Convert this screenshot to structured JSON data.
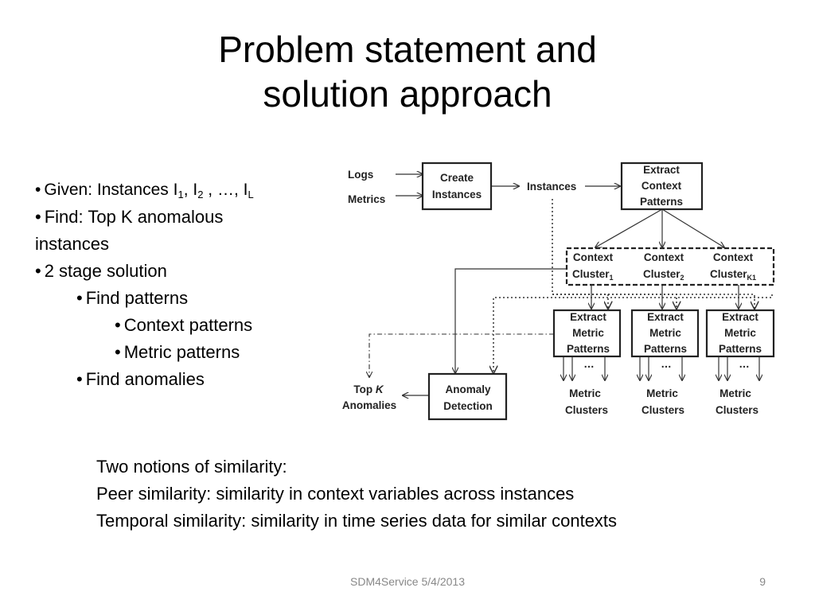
{
  "slide": {
    "title_line1": "Problem statement and",
    "title_line2": "solution approach",
    "bullets": {
      "given_prefix": "Given: Instances I",
      "given_sub1": "1",
      "given_mid1": ", I",
      "given_sub2": "2",
      "given_mid2": " , …, I",
      "given_sub3": "L",
      "find_line1": "Find: Top K anomalous",
      "find_line2": "instances",
      "two_stage": "2 stage solution",
      "find_patterns": "Find patterns",
      "context_patterns": "Context patterns",
      "metric_patterns": "Metric patterns",
      "find_anomalies": "Find anomalies"
    },
    "bullet_glyph": "•",
    "notes": [
      "Two notions of similarity:",
      "Peer similarity: similarity in context variables across instances",
      "Temporal similarity: similarity in time series data for similar contexts"
    ],
    "footer": "SDM4Service 5/4/2013",
    "page_number": "9"
  },
  "diagram": {
    "logs": "Logs",
    "metrics": "Metrics",
    "create_instances_1": "Create",
    "create_instances_2": "Instances",
    "instances": "Instances",
    "extract_context_1": "Extract",
    "extract_context_2": "Context",
    "extract_context_3": "Patterns",
    "context_label": "Context",
    "cluster_label": "Cluster",
    "cluster_sub": [
      "1",
      "2",
      "K1"
    ],
    "extract_metric_1": "Extract",
    "extract_metric_2": "Metric",
    "extract_metric_3": "Patterns",
    "ellipsis": "…",
    "metric_label": "Metric",
    "clusters_label": "Clusters",
    "top_k_prefix": "Top",
    "top_k_var": "K",
    "top_k_line2": "Anomalies",
    "anomaly_1": "Anomaly",
    "anomaly_2": "Detection"
  }
}
